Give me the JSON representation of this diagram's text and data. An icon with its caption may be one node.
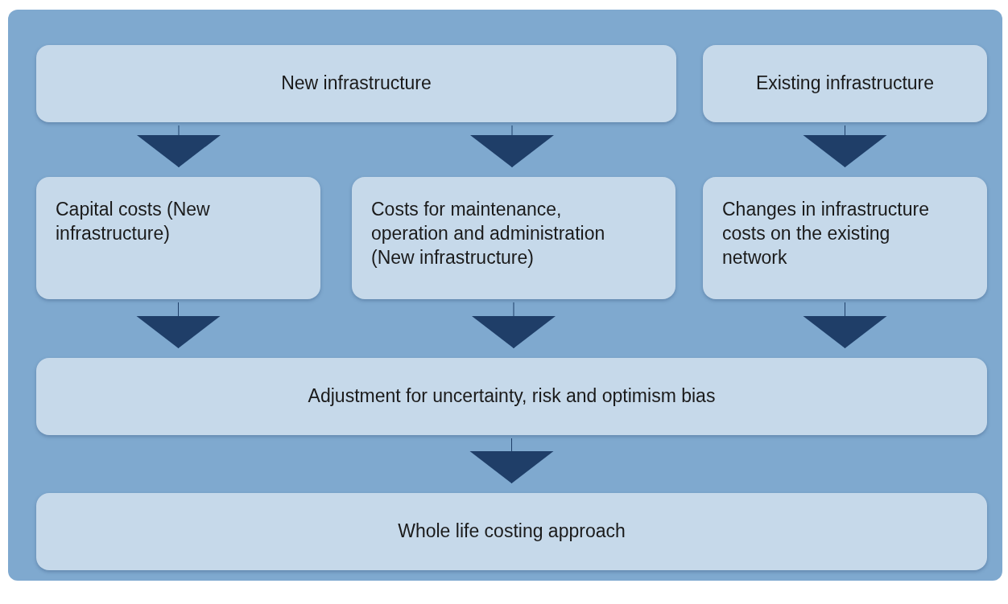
{
  "diagram": {
    "nodes": [
      {
        "text": [
          "New infrastructure"
        ]
      },
      {
        "text": [
          "Existing infrastructure"
        ]
      },
      {
        "text": [
          "Capital costs (New infrastructure)"
        ]
      },
      {
        "text": [
          "Costs for maintenance, operation and administration (New infrastructure)"
        ]
      },
      {
        "text": [
          "Changes in infrastructure costs on the existing network"
        ]
      },
      {
        "text": [
          "Adjustment for uncertainty, risk and optimism bias"
        ]
      },
      {
        "text": [
          "Whole life costing approach"
        ]
      }
    ],
    "edges": [
      {
        "from": 0,
        "to": 2,
        "arrow": "to"
      },
      {
        "from": 0,
        "to": 3,
        "arrow": "to"
      },
      {
        "from": 1,
        "to": 4,
        "arrow": "to"
      },
      {
        "from": 2,
        "to": 5,
        "arrow": "to"
      },
      {
        "from": 3,
        "to": 5,
        "arrow": "to"
      },
      {
        "from": 4,
        "to": 5,
        "arrow": "to"
      },
      {
        "from": 5,
        "to": 6,
        "arrow": "to"
      }
    ]
  }
}
